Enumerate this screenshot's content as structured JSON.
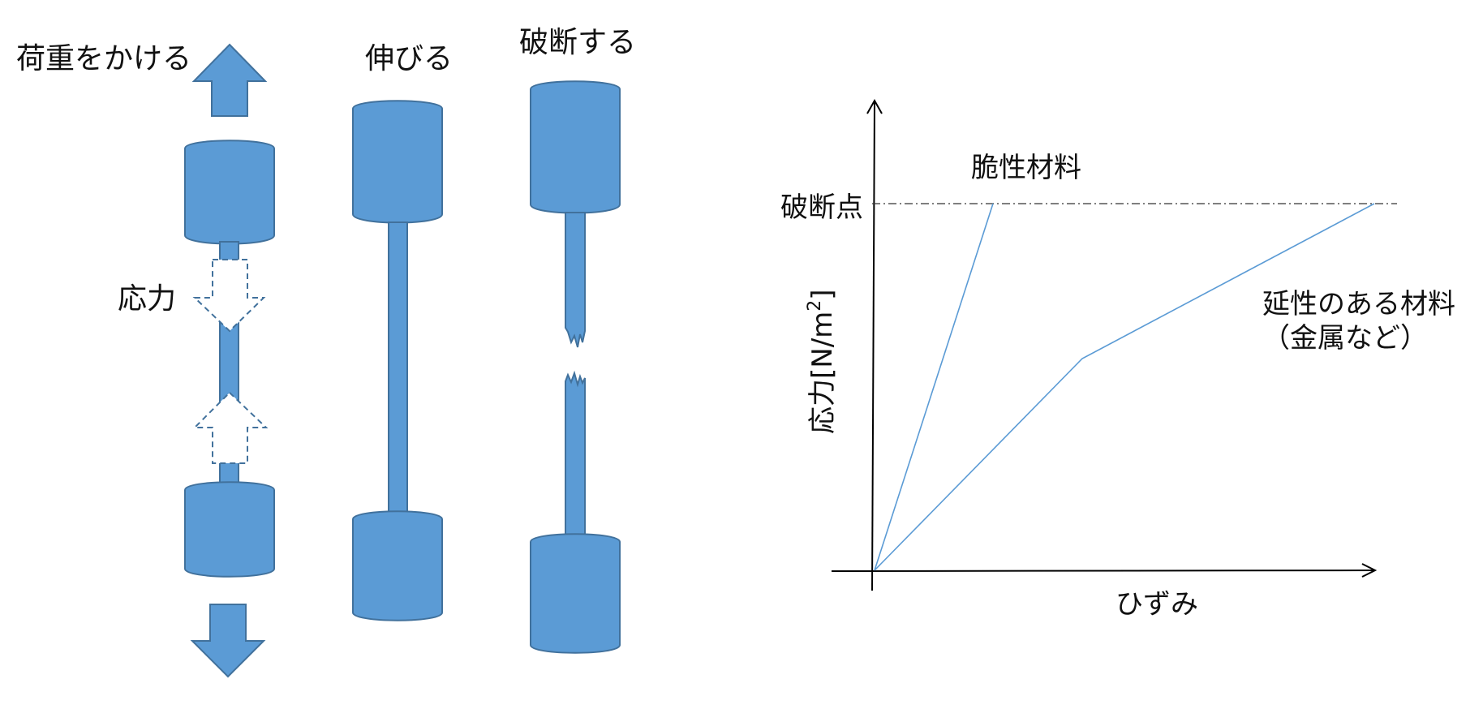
{
  "labels": {
    "apply_load": "荷重をかける",
    "stretch": "伸びる",
    "fracture": "破断する",
    "stress_left": "応力"
  },
  "graph": {
    "y_axis_label_main": "応力[N/m",
    "y_axis_label_sup": "2",
    "y_axis_label_close": "]",
    "x_axis_label": "ひずみ",
    "fracture_point_label": "破断点",
    "brittle_label": "脆性材料",
    "ductile_label_line1": "延性のある材料",
    "ductile_label_line2": "（金属など）"
  },
  "colors": {
    "specimen_fill": "#5b9bd5",
    "specimen_stroke": "#41719c",
    "curve": "#5b9bd5"
  }
}
